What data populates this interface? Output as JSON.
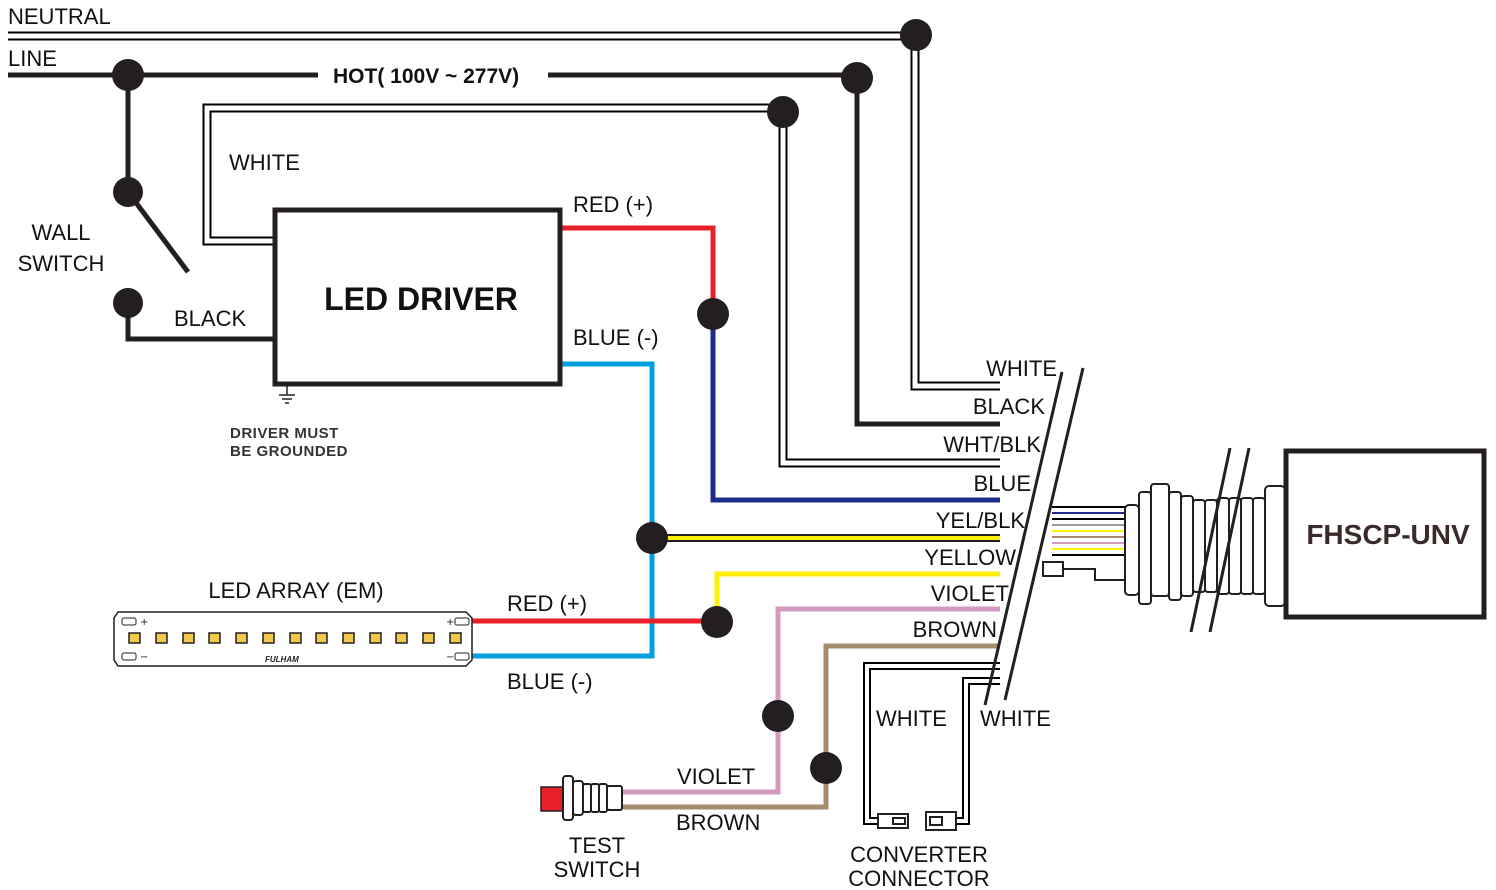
{
  "labels": {
    "neutral": "NEUTRAL",
    "line": "LINE",
    "hot": "HOT( 100V ~ 277V)",
    "white_driver_input": "WHITE",
    "wall_switch_line1": "WALL",
    "wall_switch_line2": "SWITCH",
    "black_driver_input": "BLACK",
    "led_driver": "LED DRIVER",
    "red_driver_out": "RED (+)",
    "blue_driver_out": "BLUE (-)",
    "driver_ground_line1": "DRIVER MUST",
    "driver_ground_line2": "BE GROUNDED",
    "led_array": "LED ARRAY (EM)",
    "led_array_brand": "FULHAM",
    "red_array": "RED (+)",
    "blue_array": "BLUE (-)",
    "bundle_white": "WHITE",
    "bundle_black": "BLACK",
    "bundle_wht_blk": "WHT/BLK",
    "bundle_blue": "BLUE",
    "bundle_yel_blk": "YEL/BLK",
    "bundle_yellow": "YELLOW",
    "bundle_violet": "VIOLET",
    "bundle_brown": "BROWN",
    "converter_white_left": "WHITE",
    "converter_white_right": "WHITE",
    "violet_switch": "VIOLET",
    "brown_switch": "BROWN",
    "test_switch_line1": "TEST",
    "test_switch_line2": "SWITCH",
    "converter_connector_line1": "CONVERTER",
    "converter_connector_line2": "CONNECTOR",
    "module": "FHSCP-UNV"
  },
  "colors": {
    "black_wire": "#231f20",
    "red_wire": "#e8202a",
    "blue_driver_wire": "#00a0dc",
    "dark_blue_wire": "#1d2c8c",
    "yellow_wire": "#fff200",
    "violet_wire": "#d39ac0",
    "brown_wire": "#a68b6c",
    "module_text": "#3a2a2a",
    "test_button": "#e8202a",
    "led_chip": "#f2c84b"
  }
}
